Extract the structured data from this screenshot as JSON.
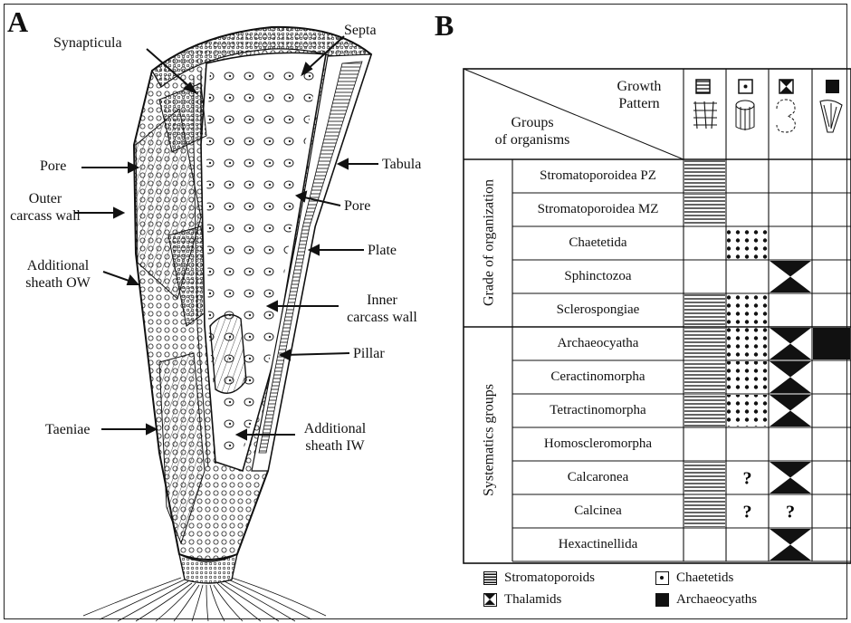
{
  "panel_a": {
    "letter": "A",
    "labels": {
      "synapticula": "Synapticula",
      "septa": "Septa",
      "pore_left": "Pore",
      "tabula": "Tabula",
      "outer_wall_1": "Outer",
      "outer_wall_2": "carcass wall",
      "pore_right": "Pore",
      "plate": "Plate",
      "sheath_ow_1": "Additional",
      "sheath_ow_2": "sheath OW",
      "inner_wall_1": "Inner",
      "inner_wall_2": "carcass wall",
      "pillar": "Pillar",
      "taeniae": "Taeniae",
      "sheath_iw_1": "Additional",
      "sheath_iw_2": "sheath IW"
    }
  },
  "panel_b": {
    "letter": "B",
    "header": {
      "growth_pattern_1": "Growth",
      "growth_pattern_2": "Pattern",
      "groups_1": "Groups",
      "groups_2": "of organisms"
    },
    "side_labels": {
      "grade": "Grade of organization",
      "systematics": "Systematics groups"
    },
    "columns": [
      "stromatoporoid",
      "chaetetid",
      "thalamid",
      "archaeocyath"
    ],
    "rows": [
      {
        "name": "Stromatoporoidea PZ",
        "cells": [
          "hatch",
          "",
          "",
          ""
        ]
      },
      {
        "name": "Stromatoporoidea MZ",
        "cells": [
          "hatch",
          "",
          "",
          ""
        ]
      },
      {
        "name": "Chaetetida",
        "cells": [
          "",
          "dots",
          "",
          ""
        ]
      },
      {
        "name": "Sphinctozoa",
        "cells": [
          "",
          "",
          "bowtie",
          ""
        ]
      },
      {
        "name": "Sclerospongiae",
        "cells": [
          "hatch",
          "dots",
          "",
          ""
        ]
      },
      {
        "name": "Archaeocyatha",
        "cells": [
          "hatch",
          "dots",
          "bowtie",
          "solid"
        ]
      },
      {
        "name": "Ceractinomorpha",
        "cells": [
          "hatch",
          "dots",
          "bowtie",
          ""
        ]
      },
      {
        "name": "Tetractinomorpha",
        "cells": [
          "hatch",
          "dots",
          "bowtie",
          ""
        ]
      },
      {
        "name": "Homoscleromorpha",
        "cells": [
          "",
          "",
          "",
          ""
        ]
      },
      {
        "name": "Calcaronea",
        "cells": [
          "hatch",
          "?",
          "bowtie",
          ""
        ]
      },
      {
        "name": "Calcinea",
        "cells": [
          "hatch",
          "?",
          "?",
          ""
        ]
      },
      {
        "name": "Hexactinellida",
        "cells": [
          "",
          "",
          "bowtie",
          ""
        ]
      }
    ],
    "legend": {
      "stromatoporoids": "Stromatoporoids",
      "chaetetids": "Chaetetids",
      "thalamids": "Thalamids",
      "archaeocyaths": "Archaeocyaths"
    }
  }
}
